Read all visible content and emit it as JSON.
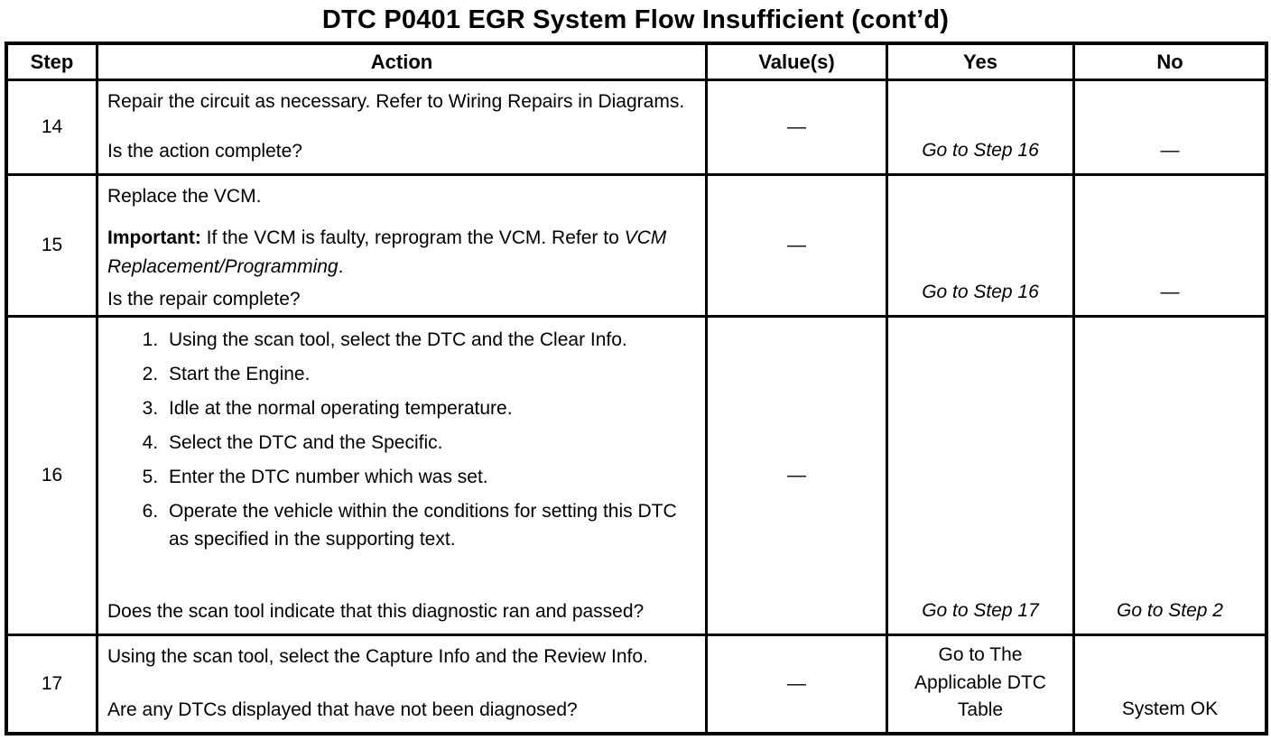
{
  "title": "DTC P0401 EGR System Flow Insufficient (cont’d)",
  "header": {
    "step": "Step",
    "action": "Action",
    "values": "Value(s)",
    "yes": "Yes",
    "no": "No"
  },
  "rows": {
    "r14": {
      "step": "14",
      "p1": "Repair the circuit as necessary. Refer to Wiring Repairs in Diagrams.",
      "question": "Is the action complete?",
      "value": "—",
      "yes": "Go to Step 16",
      "no": "—"
    },
    "r15": {
      "step": "15",
      "p1": "Replace the VCM.",
      "p2_bold": "Important:",
      "p2_text": " If the VCM is faulty, reprogram the VCM. Refer to ",
      "p2_italic": "VCM Replacement/Programming",
      "p2_end": ".",
      "question": "Is the repair complete?",
      "value": "—",
      "yes": "Go to Step 16",
      "no": "—"
    },
    "r16": {
      "step": "16",
      "items": [
        "Using the scan tool, select the DTC and the Clear Info.",
        "Start the Engine.",
        "Idle at the normal operating temperature.",
        "Select the DTC and the Specific.",
        "Enter the DTC number which was set.",
        "Operate the vehicle within the conditions for setting this DTC as specified in the supporting text."
      ],
      "question": "Does the scan tool indicate that this diagnostic ran and passed?",
      "value": "—",
      "yes": "Go to Step 17",
      "no": "Go to Step 2"
    },
    "r17": {
      "step": "17",
      "p1": "Using the scan tool, select the Capture Info and the Review Info.",
      "question": "Are any DTCs displayed that have not been diagnosed?",
      "value": "—",
      "yes": "Go to The Applicable DTC Table",
      "no": "System OK"
    }
  }
}
